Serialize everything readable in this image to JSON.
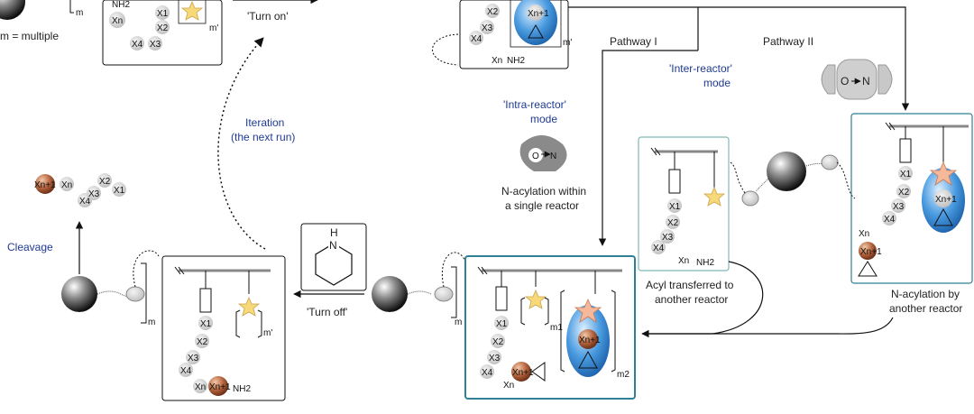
{
  "labels": {
    "m_multiple": "m = multiple",
    "turn_on": "'Turn on'",
    "turn_off": "'Turn off'",
    "pathway_1": "Pathway I",
    "pathway_2": "Pathway II",
    "intra_mode_1": "'Intra-reactor'",
    "intra_mode_2": "mode",
    "inter_mode_1": "'Inter-reactor'",
    "inter_mode_2": "mode",
    "iteration_1": "Iteration",
    "iteration_2": "(the next run)",
    "cleavage": "Cleavage",
    "nacyl_single_1": "N-acylation within",
    "nacyl_single_2": "a single reactor",
    "acyl_transfer_1": "Acyl transferred to",
    "acyl_transfer_2": "another reactor",
    "nacyl_another_1": "N-acylation by",
    "nacyl_another_2": "another reactor",
    "piperidine_N": "N",
    "piperidine_H": "H",
    "on_symbol": "O",
    "n_symbol": "N"
  },
  "residues": {
    "x1": "X1",
    "x2": "X2",
    "x3": "X3",
    "x4": "X4",
    "xn": "Xn",
    "xn1": "Xn+1",
    "nh2": "NH2"
  },
  "subscripts": {
    "m": "m",
    "m_prime": "m'",
    "m1": "m1",
    "m2": "m2"
  },
  "colors": {
    "reactor_blue": "#2e7fd0",
    "bead_dark": "#333333",
    "star": "#f7d97a",
    "brown": "#b0603a",
    "frame_teal": "#2f7f95"
  }
}
